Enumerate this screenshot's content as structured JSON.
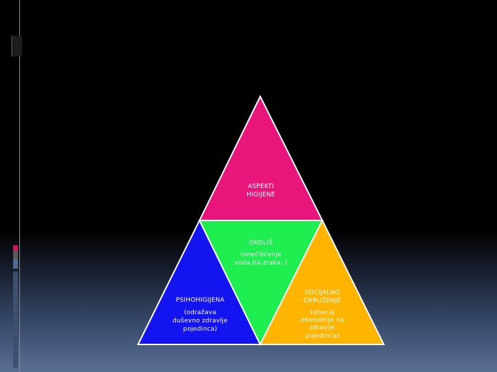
{
  "slide": {
    "colors": {
      "top": "#e8157a",
      "middle": "#1fee51",
      "left": "#1414f0",
      "right": "#ffb400",
      "outline": "#ffffff"
    },
    "top_section": {
      "title_line1": "ASPEKTI",
      "title_line2": "HIGIJENE"
    },
    "middle_section": {
      "title": "OKOLIŠ",
      "desc_line1": "(onečišćenje",
      "desc_line2": "voda,tla,zraka..)"
    },
    "left_section": {
      "title": "PSIHOHIGIJENA",
      "desc_line1": "(odražava",
      "desc_line2": "duševno zdravlje",
      "desc_line3": "pojedinca)"
    },
    "right_section": {
      "title_line1": "SOCIJALNO",
      "title_line2": "OKRUŽENJE",
      "desc_line1": "(utjecaj",
      "desc_line2": "ekonomije na",
      "desc_line3": "zdravlje",
      "desc_line4": "pojedinca)"
    }
  }
}
